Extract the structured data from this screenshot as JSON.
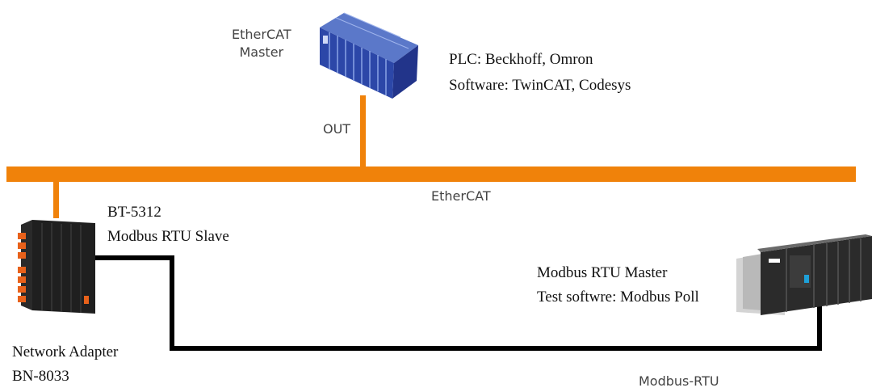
{
  "master": {
    "label_line1": "EtherCAT",
    "label_line2": "Master"
  },
  "plc_info": {
    "line1": "PLC: Beckhoff, Omron",
    "line2": "Software: TwinCAT, Codesys"
  },
  "out_label": "OUT",
  "bus_label": "EtherCAT",
  "slave": {
    "line1": "BT-5312",
    "line2": "Modbus RTU Slave"
  },
  "rtu_master": {
    "line1": "Modbus RTU Master",
    "line2": "Test softwre: Modbus Poll"
  },
  "adapter": {
    "line1": "Network Adapter",
    "line2": "BN-8033"
  },
  "rtu_label": "Modbus-RTU",
  "colors": {
    "ethercat_bus": "#f0820a",
    "rtu_cable": "#000000"
  }
}
